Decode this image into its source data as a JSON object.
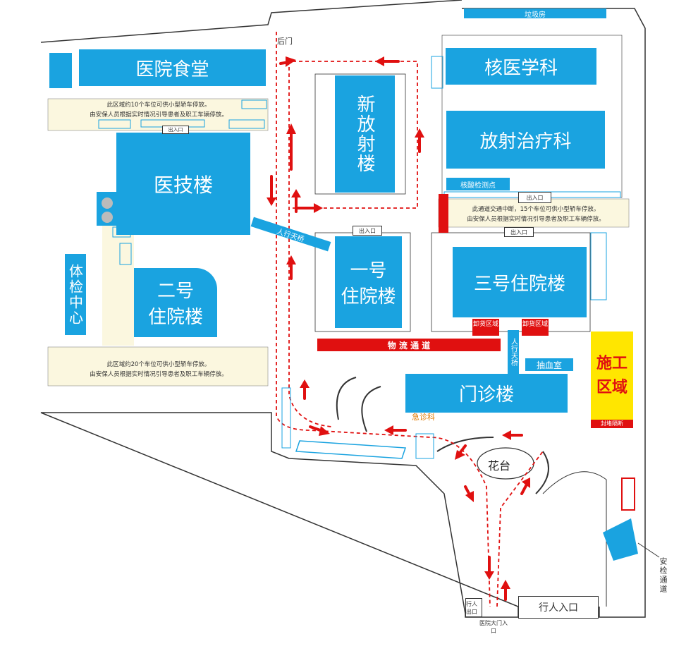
{
  "labels": {
    "garbage_room": "垃圾房",
    "back_gate": "后门",
    "canteen": "医院食堂",
    "nuclear_medicine": "核医学科",
    "new_radiology": "新放射楼",
    "radiotherapy": "放射治疗科",
    "nucleic_acid": "核酸检测点",
    "medtech": "医技楼",
    "bridge_top": "人行天桥",
    "inpatient1_line1": "一号",
    "inpatient1_line2": "住院楼",
    "inpatient3": "三号住院楼",
    "inpatient2_line1": "二号",
    "inpatient2_line2": "住院楼",
    "physical_exam": "体检中心",
    "logistics": "物 流 通 道",
    "unloading": "卸货区域",
    "bridge_bottom": "人行天桥",
    "blood_draw": "抽血室",
    "construction_line1": "施工",
    "construction_line2": "区域",
    "closed_wall": "封堵隔断",
    "outpatient": "门诊楼",
    "emergency": "急诊科",
    "flower_bed": "花台",
    "pedestrian_entrance": "行人入口",
    "main_gate": "医院大门入口",
    "security_channel": "安检通道",
    "ped_exit": "行人出口",
    "entrance_exit": "出入口",
    "notice_top": "此区域约10个车位可供小型轿车停放。",
    "notice_top2": "由安保人员根据实时情况引导患者及职工车辆停放。",
    "notice_mid": "此通道交通中断，15个车位可供小型轿车停放。",
    "notice_mid2": "由安保人员根据实时情况引导患者及职工车辆停放。",
    "notice_bottom": "此区域约20个车位可供小型轿车停放。",
    "notice_bottom2": "由安保人员根据实时情况引导患者及职工车辆停放。"
  },
  "colors": {
    "building": "#1aa3e0",
    "route": "#e01010",
    "parking_area": "#fbf7df",
    "construction": "#ffe600"
  }
}
